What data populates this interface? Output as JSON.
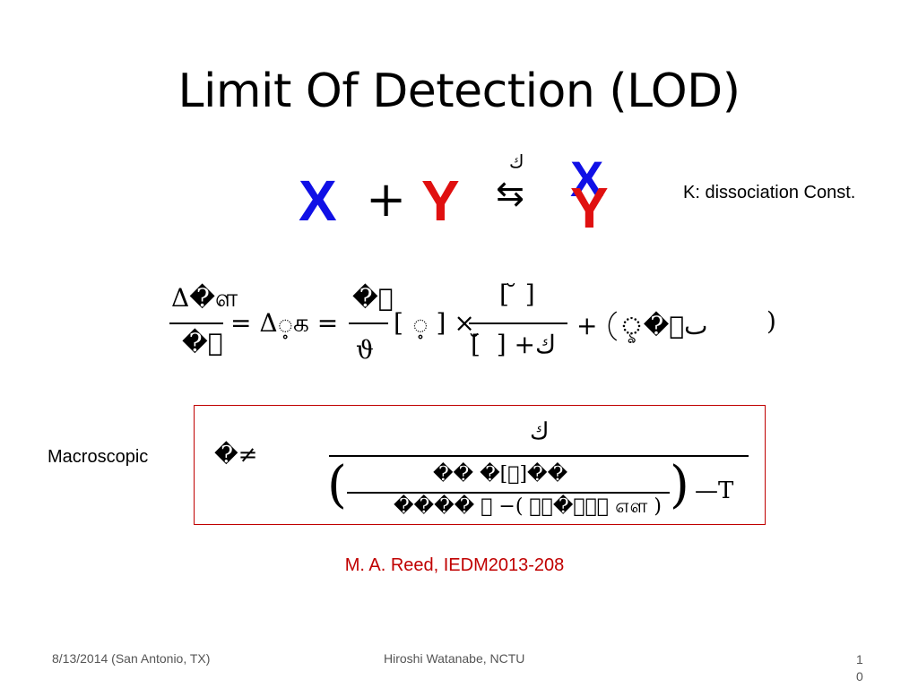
{
  "slide": {
    "title": "Limit Of Detection (LOD)",
    "reaction": {
      "reactant_x": "X",
      "plus": "+",
      "reactant_y": "Y",
      "equilibrium_arrows": "⇆",
      "constant_symbol": "ك",
      "product_x": "X",
      "product_y": "Y"
    },
    "k_note": "K: dissociation Const.",
    "equation1": {
      "num_left": "Δ�ள",
      "den_left": "�⃞",
      "eq_mid": "= Δ့க =",
      "num_frac2": "�⃞",
      "den_frac2": "ϑ",
      "bracket_term": "[ ့ ] ×",
      "num_frac3": "[ ̆ ]",
      "den_frac3": "[ ̆ ] +ك",
      "tail": "+ (ৢ�⃞ٮ",
      "close_paren": ")"
    },
    "macro_label": "Macroscopic",
    "equation2": {
      "lhs": "�≠",
      "numerator": "ك",
      "inner_num": "�� �[⃞]��",
      "inner_den": "���� ⃞ −(  ⃞⃞�⃞௨⃞ ௭ள )",
      "left_paren": "(",
      "right_paren": ")",
      "tail": "—T"
    },
    "citation": "M. A. Reed, IEDM2013-208",
    "footer": {
      "date_place": "8/13/2014 (San Antonio, TX)",
      "author": "Hiroshi Watanabe, NCTU",
      "page": "10"
    }
  },
  "colors": {
    "blue": "#1010e6",
    "red": "#e01010",
    "citation_red": "#c00000",
    "box_border": "#c00000",
    "footer_gray": "#555555"
  }
}
